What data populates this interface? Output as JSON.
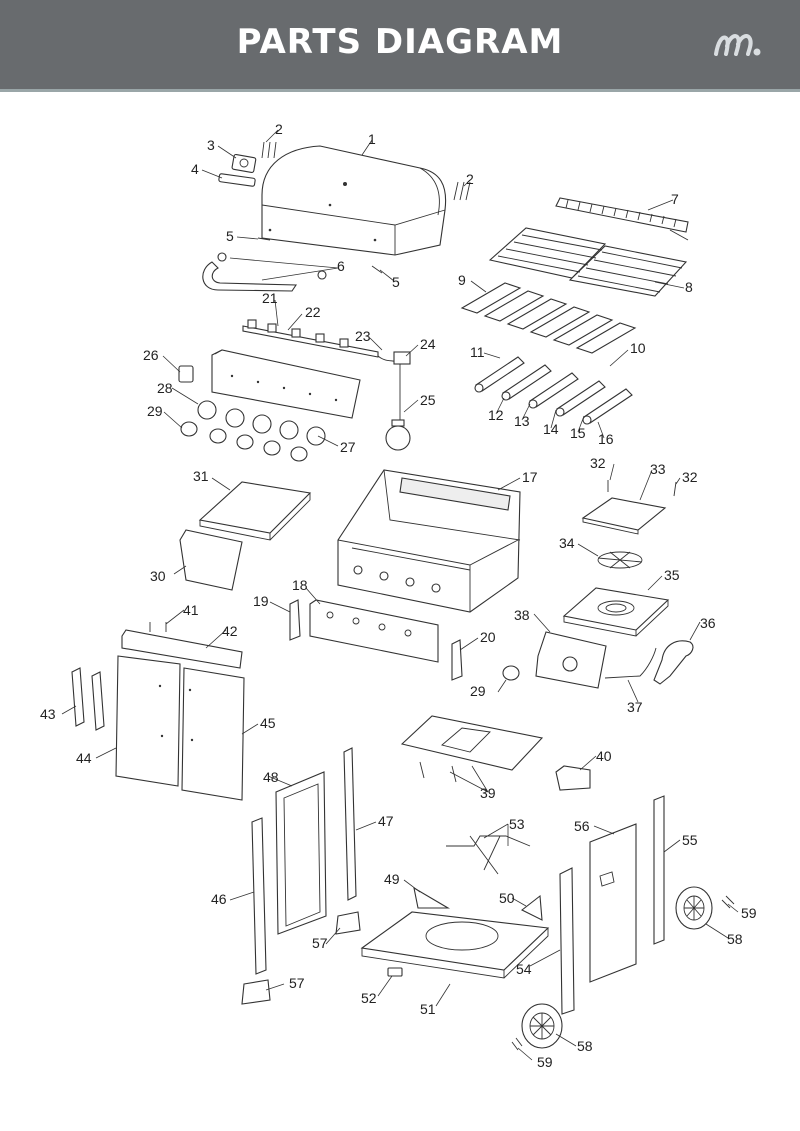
{
  "header": {
    "title": "PARTS DIAGRAM",
    "logo_icon": "brand-m-logo-icon"
  },
  "colors": {
    "banner": "#686b6e",
    "banner_border": "#9aa6a8",
    "title_text": "#ffffff",
    "line": "#333333"
  },
  "callouts": [
    "1",
    "2",
    "2",
    "3",
    "4",
    "5",
    "5",
    "6",
    "7",
    "8",
    "9",
    "10",
    "11",
    "12",
    "13",
    "14",
    "15",
    "16",
    "17",
    "18",
    "19",
    "20",
    "21",
    "22",
    "23",
    "24",
    "25",
    "26",
    "27",
    "28",
    "29",
    "29",
    "30",
    "31",
    "32",
    "32",
    "33",
    "34",
    "35",
    "36",
    "37",
    "38",
    "39",
    "40",
    "41",
    "42",
    "43",
    "44",
    "45",
    "46",
    "47",
    "48",
    "49",
    "50",
    "51",
    "52",
    "53",
    "54",
    "55",
    "56",
    "57",
    "57",
    "58",
    "58",
    "59",
    "59"
  ]
}
